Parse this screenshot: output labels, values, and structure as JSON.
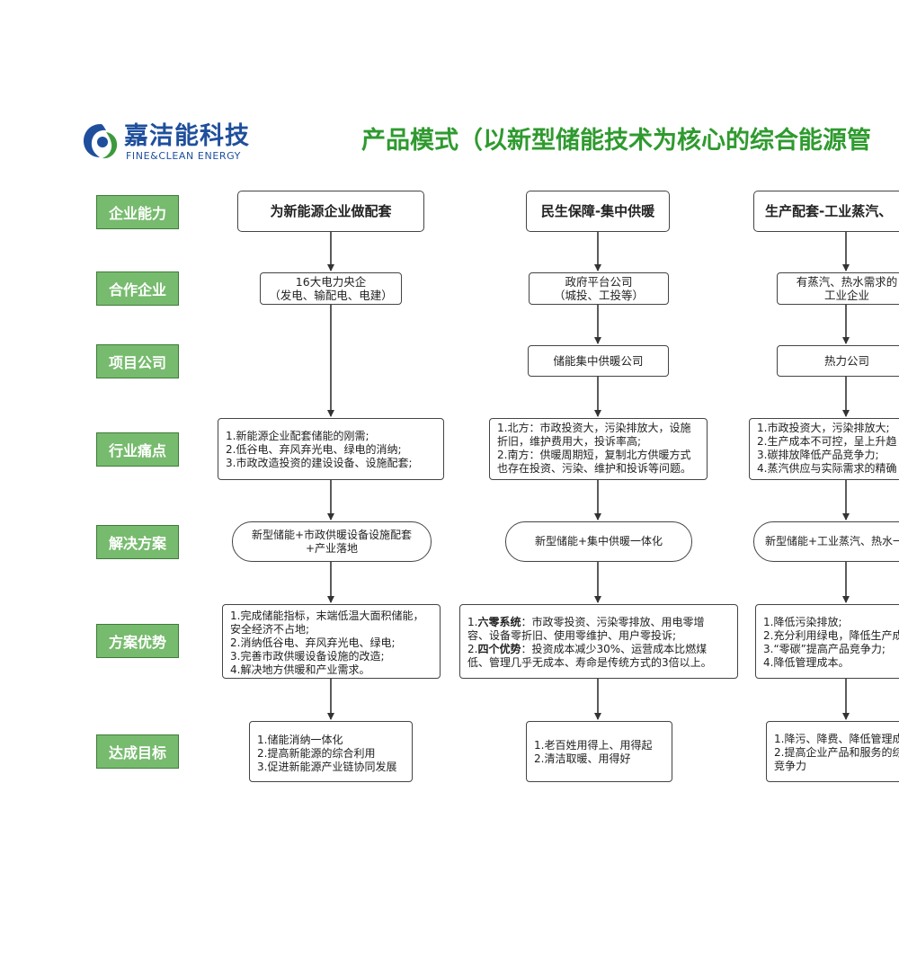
{
  "logo": {
    "name_cn": "嘉洁能科技",
    "name_en": "FINE&CLEAN ENERGY"
  },
  "title": "产品模式（以新型储能技术为核心的综合能源管",
  "categories": [
    "企业能力",
    "合作企业",
    "项目公司",
    "行业痛点",
    "解决方案",
    "方案优势",
    "达成目标"
  ],
  "columns": [
    {
      "header": "为新能源企业做配套",
      "partner": [
        "16大电力央企",
        "（发电、输配电、电建）"
      ],
      "pain_points": [
        "1.新能源企业配套储能的刚需;",
        "2.低谷电、弃风弃光电、绿电的消纳;",
        "3.市政改造投资的建设设备、设施配套;"
      ],
      "solution": [
        "新型储能+市政供暖设备设施配套",
        "+产业落地"
      ],
      "advantages": [
        "1.完成储能指标，末端低温大面积储能，",
        "安全经济不占地;",
        "2.消纳低谷电、弃风弃光电、绿电;",
        "3.完善市政供暖设备设施的改造;",
        "4.解决地方供暖和产业需求。"
      ],
      "goals": [
        "1.储能消纳一体化",
        "2.提高新能源的综合利用",
        "3.促进新能源产业链协同发展"
      ]
    },
    {
      "header": "民生保障-集中供暖",
      "partner": [
        "政府平台公司",
        "（城投、工投等）"
      ],
      "project": "储能集中供暖公司",
      "pain_points": [
        "1.北方：市政投资大，污染排放大，设施",
        "折旧，维护费用大，投诉率高;",
        "2.南方：供暖周期短，复制北方供暖方式",
        "也存在投资、污染、维护和投诉等问题。"
      ],
      "solution": [
        "新型储能+集中供暖一体化"
      ],
      "adv_1_num": "1.",
      "adv_1_key": "六零系统",
      "adv_1_text": "：市政零投资、污染零排放、用电零增",
      "adv_2": "容、设备零折旧、使用零维护、用户零投诉;",
      "adv_3_num": "2.",
      "adv_3_key": "四个优势",
      "adv_3_text": "：投资成本减少30%、运营成本比燃煤",
      "adv_4": "低、管理几乎无成本、寿命是传统方式的3倍以上。",
      "goals": [
        "1.老百姓用得上、用得起",
        "2.清洁取暖、用得好"
      ]
    },
    {
      "header": "生产配套-工业蒸汽、",
      "partner": [
        "有蒸汽、热水需求的",
        "工业企业"
      ],
      "project": "热力公司",
      "pain_points": [
        "1.市政投资大，污染排放大;",
        "2.生产成本不可控，呈上升趋",
        "3.碳排放降低产品竞争力;",
        "4.蒸汽供应与实际需求的精确"
      ],
      "solution": [
        "新型储能+工业蒸汽、热水一"
      ],
      "advantages": [
        "1.降低污染排放;",
        "2.充分利用绿电，降低生产成",
        "3.“零碳”提高产品竞争力;",
        "4.降低管理成本。"
      ],
      "goals": [
        "1.降污、降费、降低管理成",
        "2.提高企业产品和服务的综",
        "竞争力"
      ]
    }
  ]
}
